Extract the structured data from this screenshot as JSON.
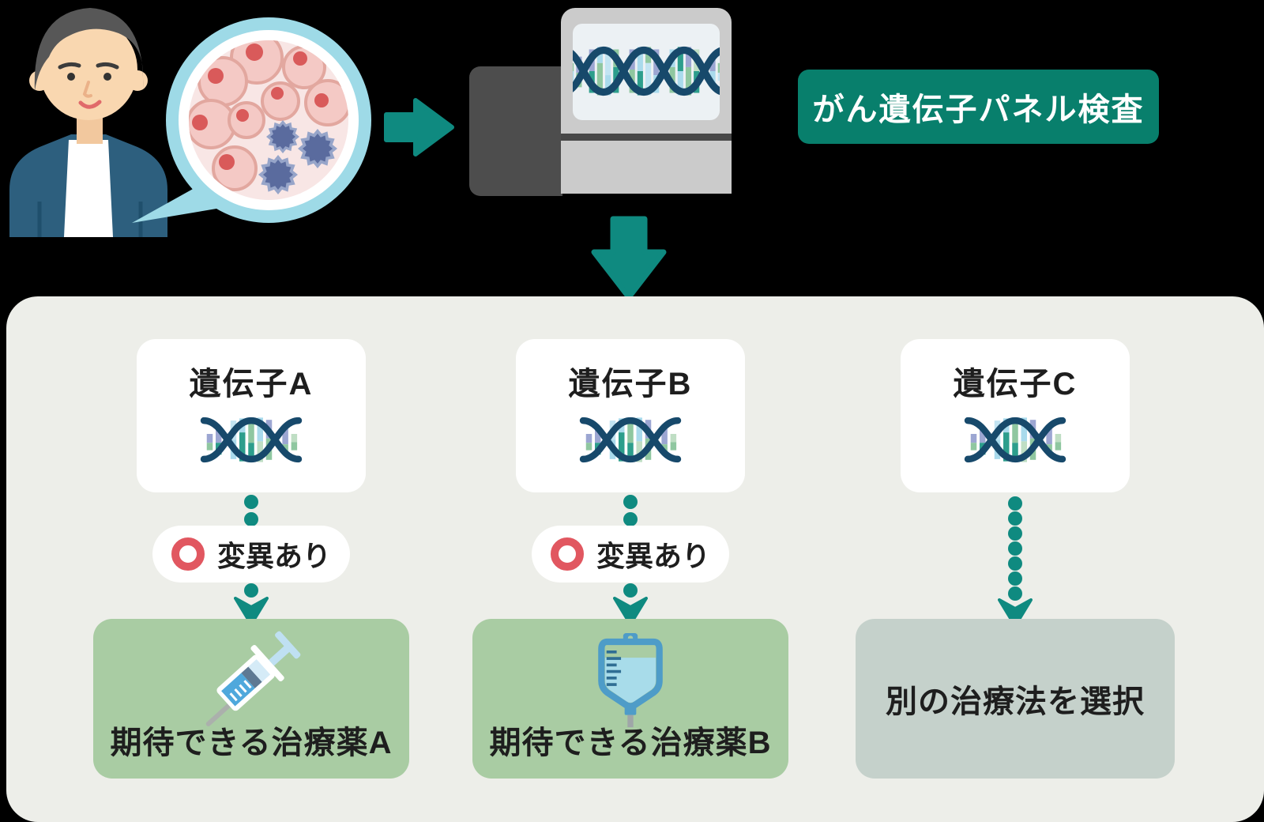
{
  "header": {
    "test_label": "がん遺伝子パネル検査"
  },
  "columns": [
    {
      "gene_label": "遺伝子A",
      "mutation_label": "変異あり",
      "outcome_label": "期待できる治療薬A",
      "outcome_icon": "syringe-icon",
      "outcome_style": "treatment"
    },
    {
      "gene_label": "遺伝子B",
      "mutation_label": "変異あり",
      "outcome_label": "期待できる治療薬B",
      "outcome_icon": "iv-drip-icon",
      "outcome_style": "treatment"
    },
    {
      "gene_label": "遺伝子C",
      "mutation_label": "",
      "outcome_label": "別の治療法を選択",
      "outcome_icon": "",
      "outcome_style": "alternative"
    }
  ],
  "icons": {
    "patient": "patient-icon",
    "cells": "cancer-cells-icon",
    "sequencer": "gene-sequencer-icon",
    "dna": "dna-icon",
    "right_arrow": "right-arrow-icon",
    "down_arrow": "down-arrow-icon",
    "mutation_ring": "mutation-ring-icon",
    "syringe": "syringe-icon",
    "iv_drip": "iv-drip-icon"
  },
  "colors": {
    "background": "#000000",
    "accent_teal": "#0F8A80",
    "label_green": "#087F6C",
    "panel_bg": "#EDEEE9",
    "treatment_box_green": "#A9CCA3",
    "alternative_box_gray": "#C5D1CB",
    "mutation_ring_red": "#E15760",
    "dna_strand_navy": "#17496B"
  }
}
